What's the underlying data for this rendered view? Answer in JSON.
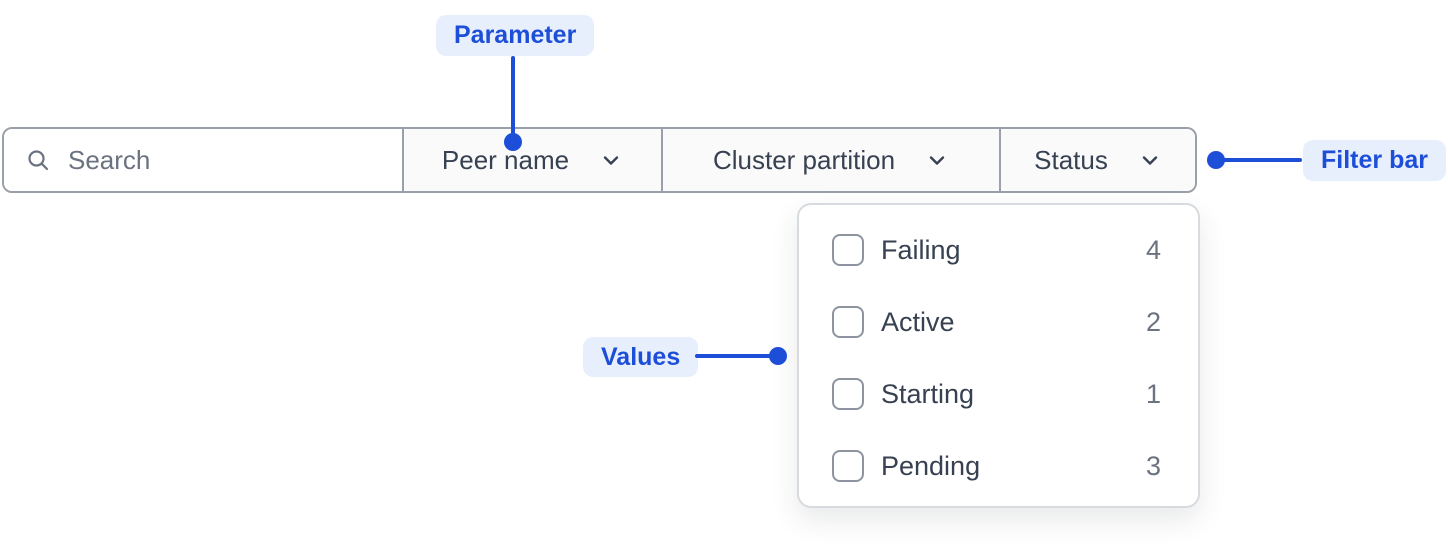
{
  "annotations": {
    "parameter": "Parameter",
    "filter_bar": "Filter bar",
    "values": "Values"
  },
  "filter_bar": {
    "search_placeholder": "Search",
    "dropdowns": [
      {
        "label": "Peer name"
      },
      {
        "label": "Cluster partition"
      },
      {
        "label": "Status"
      }
    ]
  },
  "status_dropdown": {
    "options": [
      {
        "label": "Failing",
        "count": "4",
        "checked": false
      },
      {
        "label": "Active",
        "count": "2",
        "checked": false
      },
      {
        "label": "Starting",
        "count": "1",
        "checked": false
      },
      {
        "label": "Pending",
        "count": "3",
        "checked": false
      }
    ]
  },
  "colors": {
    "accent_blue": "#1d4ed8",
    "annotation_badge_background": "#e8effc",
    "bar_border": "#99a0aa",
    "panel_border": "#d7dade",
    "checkbox_border": "#8d93a0",
    "text_primary": "#374151",
    "text_muted": "#6b7280",
    "dropdown_segment_background": "#fafafb"
  }
}
